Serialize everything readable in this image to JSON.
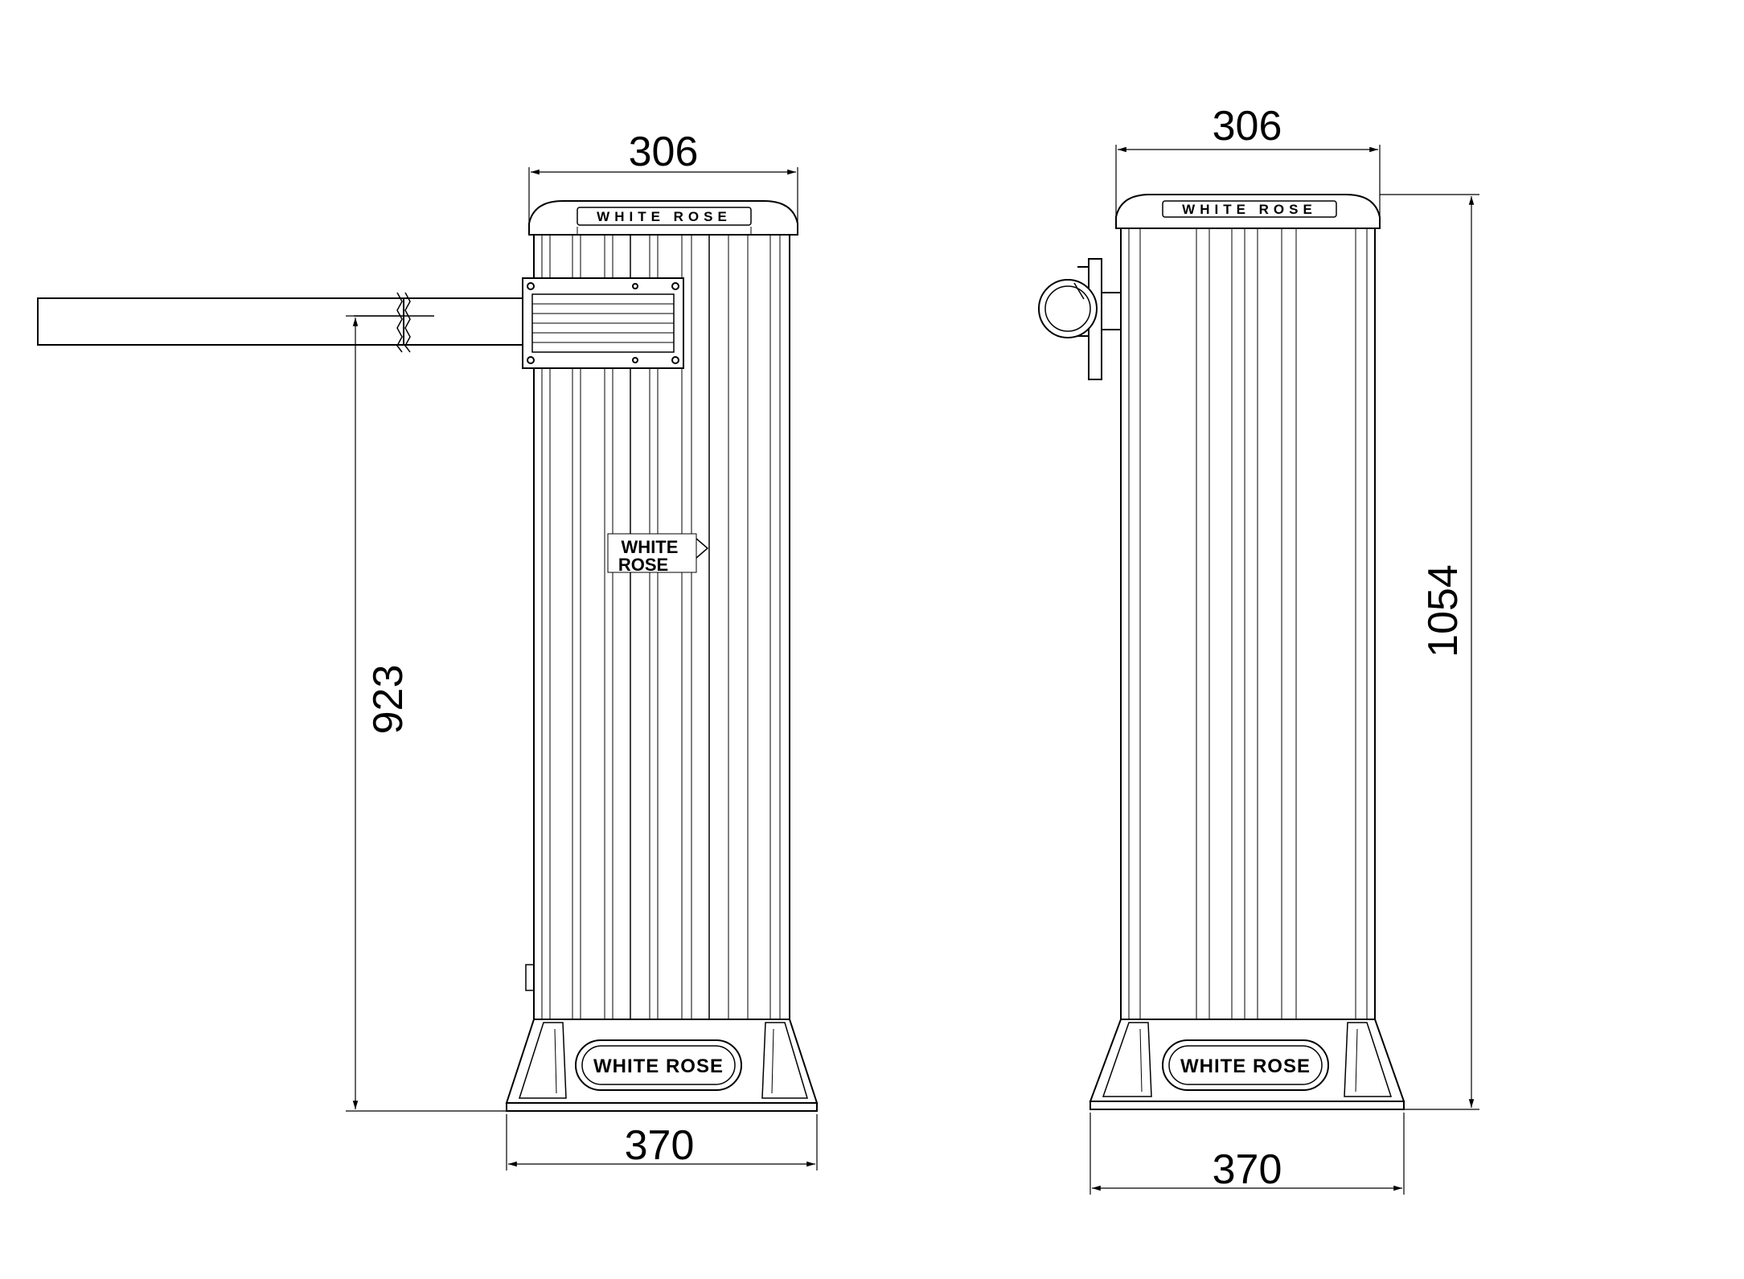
{
  "front_view": {
    "top_width": "306",
    "base_width": "370",
    "arm_height": "923",
    "cap_text": "WHITE ROSE",
    "base_badge": "WHITE ROSE",
    "logo_line1": "WHITE",
    "logo_line2": "ROSE"
  },
  "side_view": {
    "top_width": "306",
    "base_width": "370",
    "total_height": "1054",
    "cap_text": "WHITE ROSE",
    "base_badge": "WHITE ROSE"
  }
}
